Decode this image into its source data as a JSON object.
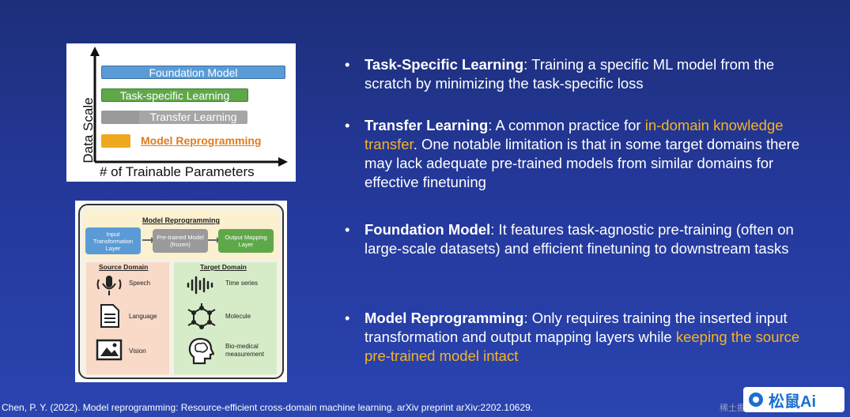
{
  "figure1": {
    "y_axis_label": "Data Scale",
    "x_axis_label": "# of Trainable Parameters",
    "bars": {
      "foundation": "Foundation Model",
      "task_specific": "Task-specific Learning",
      "transfer": "Transfer Learning",
      "reprogramming": "Model Reprogramming"
    },
    "colors": {
      "foundation": "#5b9bd5",
      "task_specific": "#5fa84a",
      "transfer": "#a6a6a6",
      "reprogramming": "#f0a81f"
    }
  },
  "figure2": {
    "title": "Model Reprogramming",
    "input_box": "Input Transformation Layer",
    "pretrained_box": "Pre-trained Model (frozen)",
    "output_box": "Output Mapping Layer",
    "source_title": "Source Domain",
    "target_title": "Target Domain",
    "source_items": [
      "Speech",
      "Language",
      "Vision"
    ],
    "target_items": [
      "Time series",
      "Molecule",
      "Bio-medical measurement"
    ]
  },
  "bullets": [
    {
      "term": "Task-Specific Learning",
      "text": ": Training a specific ML model from the scratch by minimizing the task-specific loss"
    },
    {
      "term": "Transfer Learning",
      "text_before": ": A common practice for ",
      "highlight": "in-domain knowledge transfer",
      "text_after": ". One notable limitation is that in some target domains there may lack adequate pre-trained models from similar domains for effective finetuning"
    },
    {
      "term": "Foundation Model",
      "text": ": It features task-agnostic pre-training (often on large-scale datasets) and efficient finetuning to downstream tasks"
    },
    {
      "term": "Model Reprogramming",
      "text": ": Only requires training the inserted input transformation and output mapping layers while ",
      "highlight": "keeping the source pre-trained model intact"
    }
  ],
  "bullet_symbol": "•",
  "citation": "Chen, P. Y. (2022). Model reprogramming: Resource-efficient cross-domain machine learning. arXiv preprint arXiv:2202.10629.",
  "logo": {
    "text": "松鼠Ai",
    "icon": "brand-logo-icon"
  },
  "watermark": "稀土掘金技术社区",
  "accent_color": "#f5b325"
}
